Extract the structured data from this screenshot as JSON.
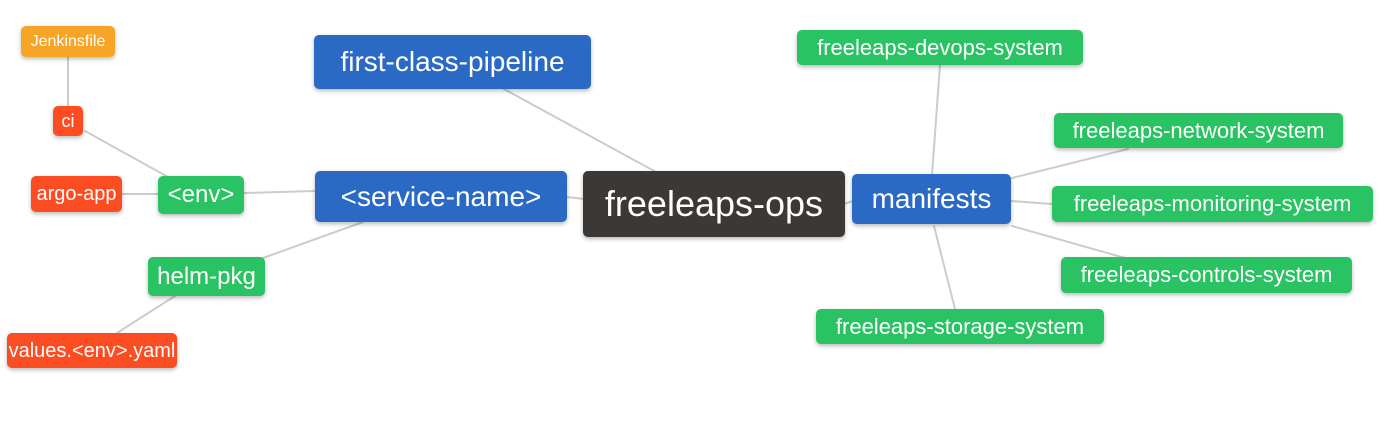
{
  "diagram": {
    "type": "mindmap",
    "root_label": "freeleaps-ops",
    "nodes": [
      {
        "id": "jenkinsfile",
        "label": "Jenkinsfile",
        "color": "amber"
      },
      {
        "id": "ci",
        "label": "ci",
        "color": "red"
      },
      {
        "id": "argo-app",
        "label": "argo-app",
        "color": "red"
      },
      {
        "id": "env",
        "label": "<env>",
        "color": "green"
      },
      {
        "id": "helm-pkg",
        "label": "helm-pkg",
        "color": "green"
      },
      {
        "id": "values-env-yaml",
        "label": "values.<env>.yaml",
        "color": "red"
      },
      {
        "id": "first-class-pipeline",
        "label": "first-class-pipeline",
        "color": "blue"
      },
      {
        "id": "service-name",
        "label": "<service-name>",
        "color": "blue"
      },
      {
        "id": "freeleaps-ops",
        "label": "freeleaps-ops",
        "color": "dark"
      },
      {
        "id": "manifests",
        "label": "manifests",
        "color": "blue"
      },
      {
        "id": "freeleaps-devops-system",
        "label": "freeleaps-devops-system",
        "color": "green"
      },
      {
        "id": "freeleaps-network-system",
        "label": "freeleaps-network-system",
        "color": "green"
      },
      {
        "id": "freeleaps-monitoring-system",
        "label": "freeleaps-monitoring-system",
        "color": "green"
      },
      {
        "id": "freeleaps-controls-system",
        "label": "freeleaps-controls-system",
        "color": "green"
      },
      {
        "id": "freeleaps-storage-system",
        "label": "freeleaps-storage-system",
        "color": "green"
      }
    ],
    "edges": [
      {
        "from": "jenkinsfile",
        "to": "ci"
      },
      {
        "from": "ci",
        "to": "env"
      },
      {
        "from": "argo-app",
        "to": "env"
      },
      {
        "from": "env",
        "to": "service-name"
      },
      {
        "from": "service-name",
        "to": "helm-pkg"
      },
      {
        "from": "helm-pkg",
        "to": "values-env-yaml"
      },
      {
        "from": "service-name",
        "to": "freeleaps-ops"
      },
      {
        "from": "first-class-pipeline",
        "to": "freeleaps-ops"
      },
      {
        "from": "freeleaps-ops",
        "to": "manifests"
      },
      {
        "from": "manifests",
        "to": "freeleaps-devops-system"
      },
      {
        "from": "manifests",
        "to": "freeleaps-network-system"
      },
      {
        "from": "manifests",
        "to": "freeleaps-monitoring-system"
      },
      {
        "from": "manifests",
        "to": "freeleaps-controls-system"
      },
      {
        "from": "manifests",
        "to": "freeleaps-storage-system"
      }
    ],
    "colors": {
      "blue": "#2a6ac5",
      "green": "#29c363",
      "red": "#fb4d21",
      "amber": "#f8a427",
      "dark": "#3b3835",
      "edge_line": "#cccccc",
      "node_text": "#ffffff",
      "background": "#ffffff"
    }
  }
}
